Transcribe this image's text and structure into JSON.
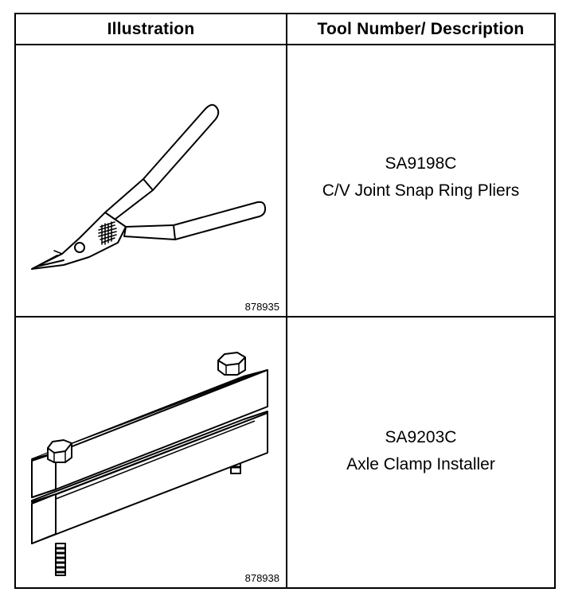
{
  "table": {
    "headers": {
      "illustration": "Illustration",
      "tool": "Tool Number/ Description"
    },
    "rows": [
      {
        "figure_number": "878935",
        "tool_number": "SA9198C",
        "description": "C/V Joint Snap Ring Pliers",
        "illustration_icon": "snap-ring-pliers-icon"
      },
      {
        "figure_number": "878938",
        "tool_number": "SA9203C",
        "description": "Axle Clamp Installer",
        "illustration_icon": "axle-clamp-installer-icon"
      }
    ]
  }
}
